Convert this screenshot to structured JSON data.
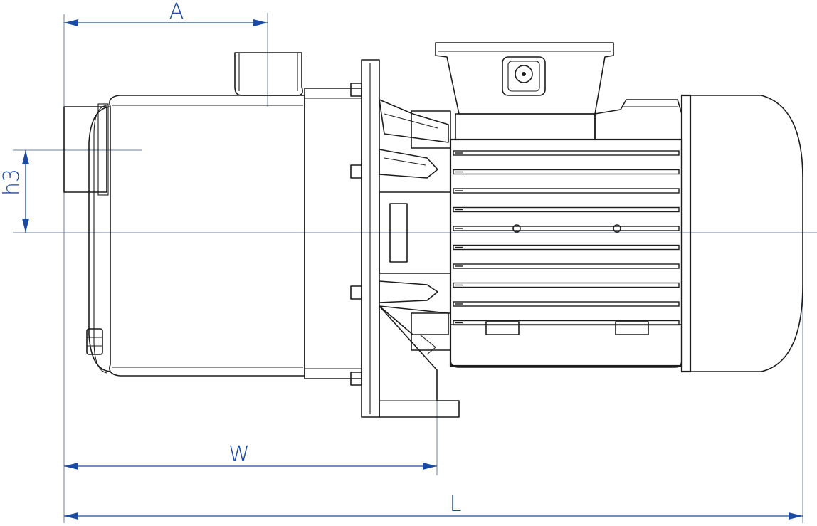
{
  "diagram": {
    "type": "technical-drawing",
    "colors": {
      "outline": "#1c1c1c",
      "dimension": "#1a4aa3",
      "reference": "#6e7fa6"
    },
    "dimensions": {
      "A": "A",
      "W": "W",
      "L": "L",
      "h3": "h3"
    }
  }
}
